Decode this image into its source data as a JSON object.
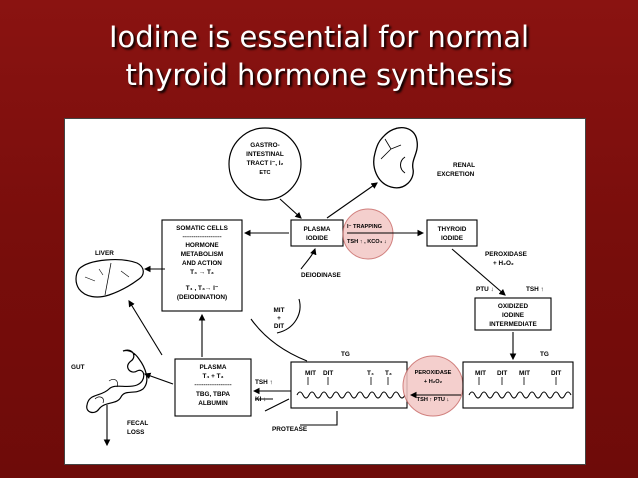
{
  "slide": {
    "title_line1": "Iodine is essential for normal",
    "title_line2": "thyroid hormone synthesis"
  },
  "diagram": {
    "gi_tract": [
      "GASTRO-",
      "INTESTINAL",
      "TRACT I⁻, I₂",
      "ETC"
    ],
    "renal": [
      "RENAL",
      "EXCRETION"
    ],
    "plasma_iodide": [
      "PLASMA",
      "IODIDE"
    ],
    "trapping": "I⁻ TRAPPING",
    "trapping_reg": "TSH ↑ , KCO₄ ↓",
    "thyroid_iodide": [
      "THYROID",
      "IODIDE"
    ],
    "somatic": {
      "header": "SOMATIC CELLS",
      "dashes": "---------------------",
      "lines": [
        "HORMONE",
        "METABOLISM",
        "AND ACTION",
        "T₄ → T₃"
      ],
      "deiod": [
        "T₄ , T₃→ I⁻",
        "(DEIODINATION)"
      ]
    },
    "liver": "LIVER",
    "deiodinase": "DEIODINASE",
    "peroxidase_h2o2": [
      "PEROXIDASE",
      "+ H₂O₂"
    ],
    "ptu_down": "PTU ↓",
    "tsh_up": "TSH ↑",
    "oxidized": [
      "OXIDIZED",
      "IODINE",
      "INTERMEDIATE"
    ],
    "mit_dit": [
      "MIT",
      "+",
      "DIT"
    ],
    "tg_left": "TG",
    "tg_right": "TG",
    "gut": "GUT",
    "plasma_box": {
      "lines": [
        "PLASMA",
        "T₄ + T₃"
      ],
      "dashes": "--------------------",
      "bind": [
        "TBG, TBPA",
        "ALBUMIN"
      ]
    },
    "tsh_up2": "TSH ↑",
    "ki_down": "KI ↓",
    "tg_box1": [
      "MIT",
      "DIT",
      "T₄",
      "T₃"
    ],
    "peroxidase2": [
      "PEROXIDASE",
      "+ H₂O₂"
    ],
    "peroxidase2_reg": "TSH ↑  PTU ↓",
    "tg_box2": [
      "MIT",
      "DIT",
      "MIT",
      "DIT"
    ],
    "fecal": [
      "FECAL",
      "LOSS"
    ],
    "protease": "PROTEASE"
  },
  "colors": {
    "background": "#7d0f0d",
    "highlight": "#e89a97"
  }
}
